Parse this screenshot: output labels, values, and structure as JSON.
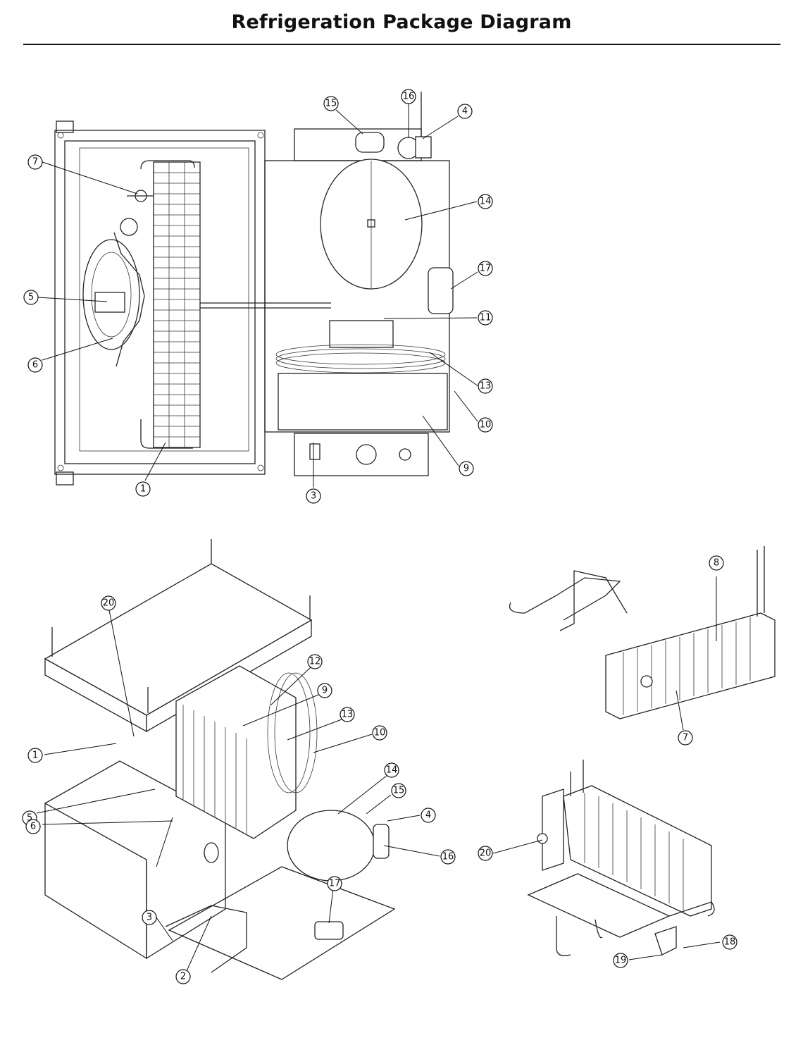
{
  "title": "Refrigeration Package Diagram",
  "callouts": {
    "top_view": [
      "16",
      "15",
      "4",
      "7",
      "14",
      "17",
      "5",
      "11",
      "6",
      "13",
      "10",
      "9",
      "1",
      "3"
    ],
    "exploded_view": [
      "20",
      "12",
      "9",
      "13",
      "10",
      "1",
      "14",
      "15",
      "4",
      "5",
      "6",
      "16",
      "3",
      "2",
      "17"
    ],
    "evaporator_top": [
      "8",
      "7"
    ],
    "evaporator_bottom": [
      "20",
      "18",
      "19"
    ]
  }
}
